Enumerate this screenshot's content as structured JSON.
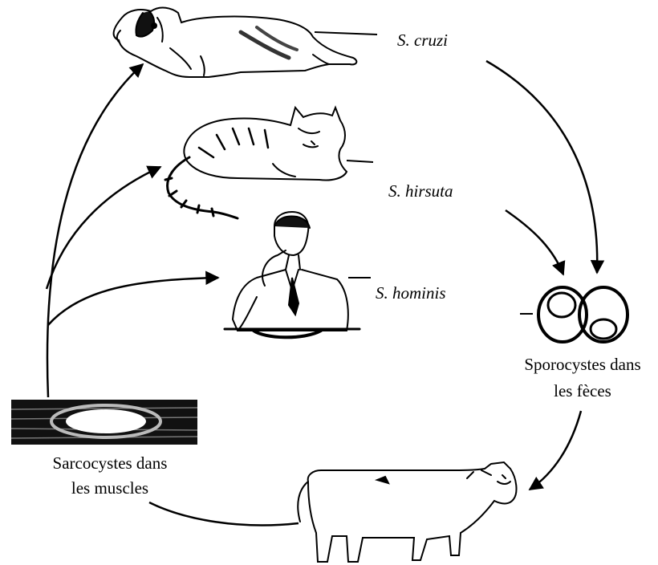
{
  "species": [
    {
      "name": "S. cruzi",
      "host_icon": "dog-icon"
    },
    {
      "name": "S. hirsuta",
      "host_icon": "cat-icon"
    },
    {
      "name": "S. hominis",
      "host_icon": "man-eating-icon"
    }
  ],
  "sporocysts": {
    "line1": "Sporocystes dans",
    "line2": "les fèces",
    "icon": "sporocyst-eggs-icon"
  },
  "sarcocysts": {
    "line1": "Sarcocystes dans",
    "line2": "les muscles",
    "icon": "muscle-tissue-icon"
  },
  "intermediate_host_icon": "cow-icon",
  "colors": {
    "ink": "#000000",
    "background": "#ffffff"
  }
}
